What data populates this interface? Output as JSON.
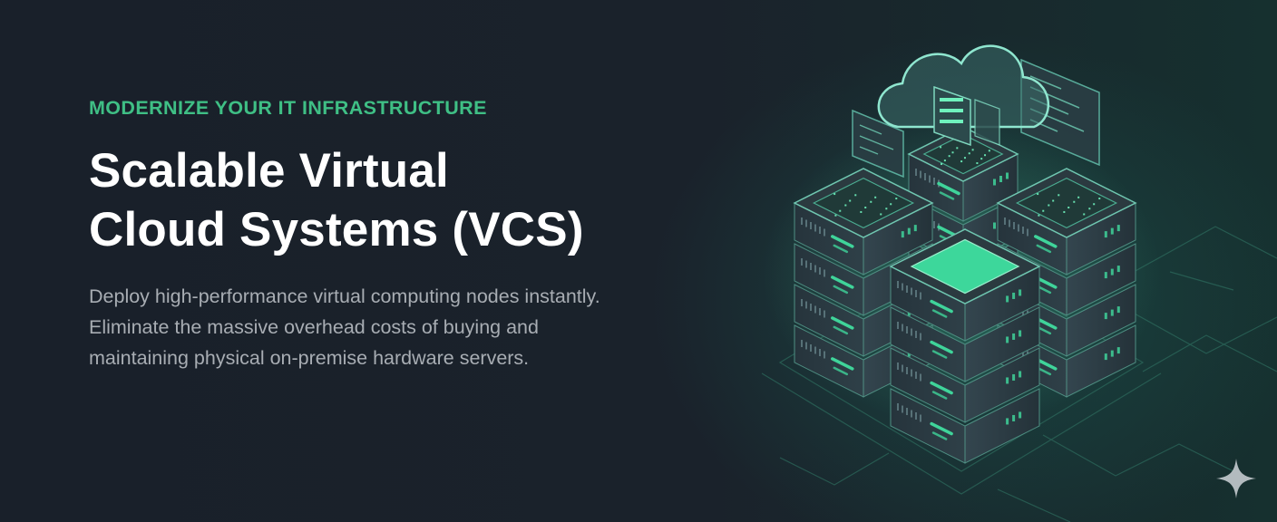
{
  "hero": {
    "eyebrow": "MODERNIZE YOUR IT INFRASTRUCTURE",
    "headline_line1": "Scalable Virtual",
    "headline_line2": "Cloud Systems (VCS)",
    "body_line1": "Deploy high-performance virtual computing nodes instantly.",
    "body_line2": "Eliminate the massive overhead costs of buying and",
    "body_line3": "maintaining physical on-premise hardware servers."
  },
  "illustration": {
    "icon": "cloud-server-rack-illustration",
    "accent": "#3fd49a",
    "glow": "#6cf0b8"
  },
  "watermark": {
    "icon": "sparkle-icon"
  },
  "colors": {
    "background": "#1a212a",
    "eyebrow": "#3fbf85",
    "headline": "#ffffff",
    "body": "#a8adb3"
  }
}
